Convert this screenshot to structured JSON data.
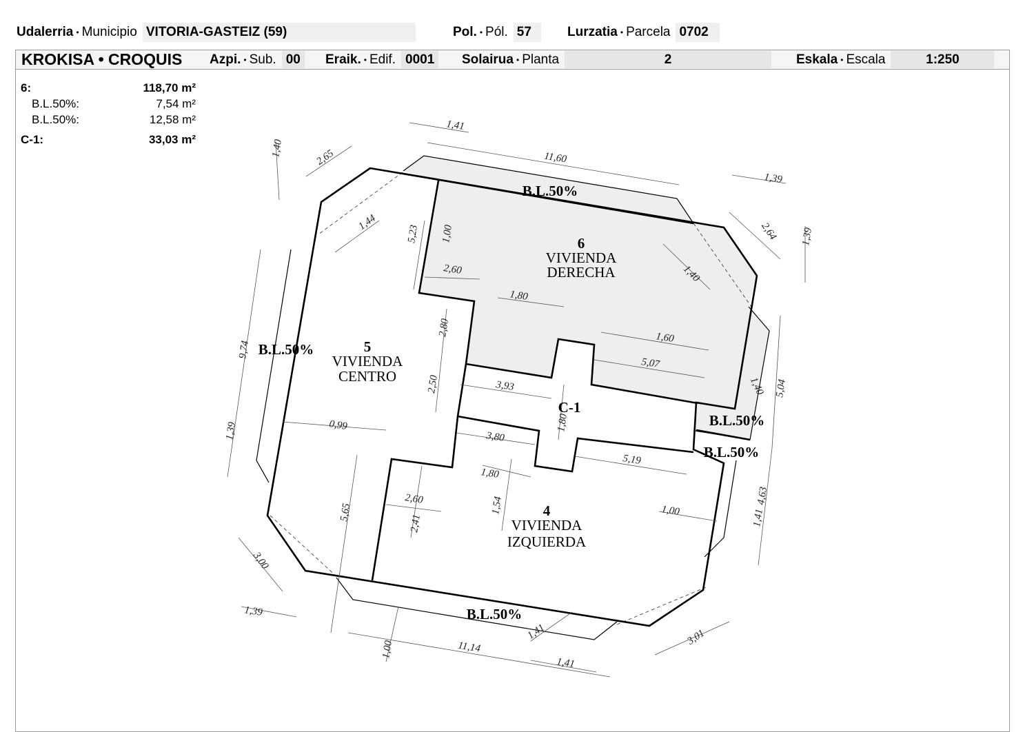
{
  "header": {
    "municipio_label_eu": "Udalerria",
    "municipio_label_es": "Municipio",
    "municipio_value": "VITORIA-GASTEIZ (59)",
    "pol_label_eu": "Pol.",
    "pol_label_es": "Pól.",
    "pol_value": "57",
    "parcela_label_eu": "Lurzatia",
    "parcela_label_es": "Parcela",
    "parcela_value": "0702",
    "separator": "•"
  },
  "bar": {
    "title": "KROKISA • CROQUIS",
    "sub_label_eu": "Azpi.",
    "sub_label_es": "Sub.",
    "sub_value": "00",
    "edif_label_eu": "Eraik.",
    "edif_label_es": "Edif.",
    "edif_value": "0001",
    "planta_label_eu": "Solairua",
    "planta_label_es": "Planta",
    "planta_value": "2",
    "escala_label_eu": "Eskala",
    "escala_label_es": "Escala",
    "escala_value": "1:250"
  },
  "areas": [
    {
      "label": "6:",
      "value": "118,70 m²",
      "bold": true
    },
    {
      "label": "B.L.50%:",
      "value": "7,54 m²",
      "bold": false
    },
    {
      "label": "B.L.50%:",
      "value": "12,58 m²",
      "bold": false
    },
    {
      "label": "C-1:",
      "value": "33,03 m²",
      "bold": true
    }
  ],
  "plan": {
    "units": [
      {
        "number": "6",
        "line1": "VIVIENDA",
        "line2": "DERECHA"
      },
      {
        "number": "5",
        "line1": "VIVIENDA",
        "line2": "CENTRO"
      },
      {
        "number": "4",
        "line1": "VIVIENDA",
        "line2": "IZQUIERDA"
      }
    ],
    "common": "C-1",
    "balcony": "B.L.50%",
    "dimensions": [
      "1,41",
      "11,60",
      "1,39",
      "2,65",
      "1,40",
      "1,44",
      "5,23",
      "1,00",
      "2,64",
      "1,39",
      "1,40",
      "2,60",
      "1,80",
      "1,60",
      "5,07",
      "2,80",
      "9,74",
      "2,50",
      "3,93",
      "0,99",
      "1,40",
      "5,04",
      "1,80",
      "3,80",
      "5,19",
      "1,39",
      "1,80",
      "2,60",
      "1,54",
      "5,65",
      "2,41",
      "1,00",
      "4,63",
      "1,41",
      "3,00",
      "1,39",
      "11,14",
      "1,00",
      "1,41",
      "1,41",
      "3,01"
    ]
  }
}
